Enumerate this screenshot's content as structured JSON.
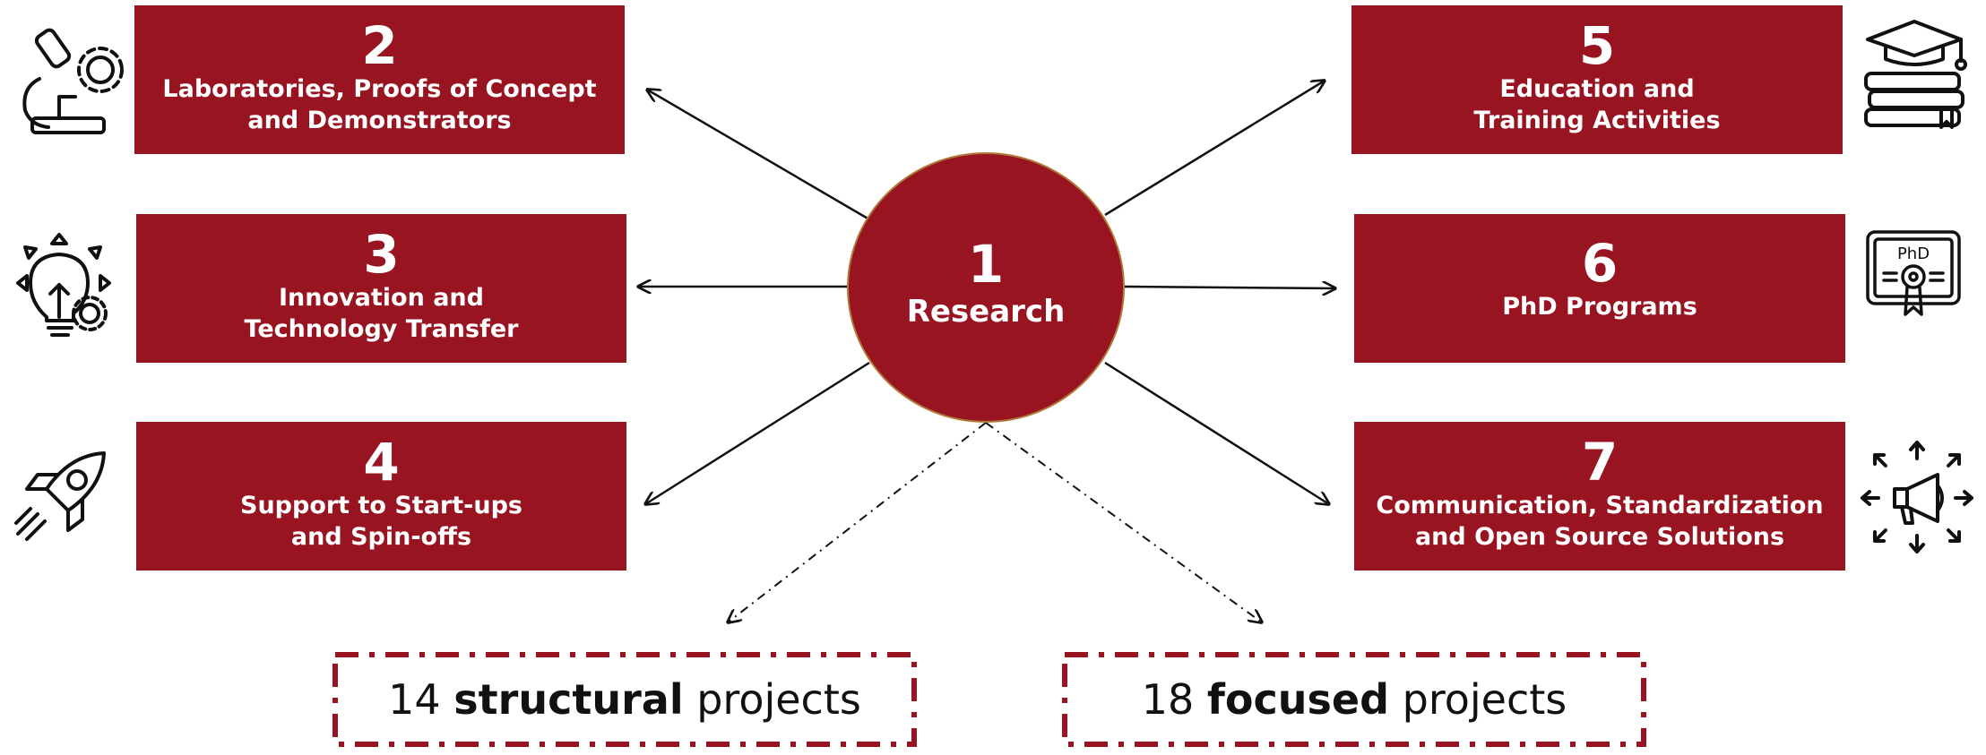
{
  "center": {
    "number": "1",
    "label": "Research"
  },
  "boxes": [
    {
      "number": "2",
      "label": "Laboratories, Proofs of Concept\nand Demonstrators"
    },
    {
      "number": "3",
      "label": "Innovation and\nTechnology Transfer"
    },
    {
      "number": "4",
      "label": "Support to Start-ups\nand Spin-offs"
    },
    {
      "number": "5",
      "label": "Education and\nTraining Activities"
    },
    {
      "number": "6",
      "label": "PhD Programs"
    },
    {
      "number": "7",
      "label": "Communication, Standardization\nand Open Source Solutions"
    }
  ],
  "projects": [
    {
      "count": "14",
      "bold": "structural",
      "suffix": "projects"
    },
    {
      "count": "18",
      "bold": "focused",
      "suffix": "projects"
    }
  ],
  "icons": [
    "microscope-gear-icon",
    "lightbulb-gear-icon",
    "rocket-icon",
    "books-graduation-cap-icon",
    "phd-certificate-icon",
    "megaphone-icon"
  ],
  "badge_text": "PhD",
  "colors": {
    "box_fill": "#981421",
    "text": "#ffffff",
    "dash_border": "#981421",
    "arrow": "#111111"
  }
}
